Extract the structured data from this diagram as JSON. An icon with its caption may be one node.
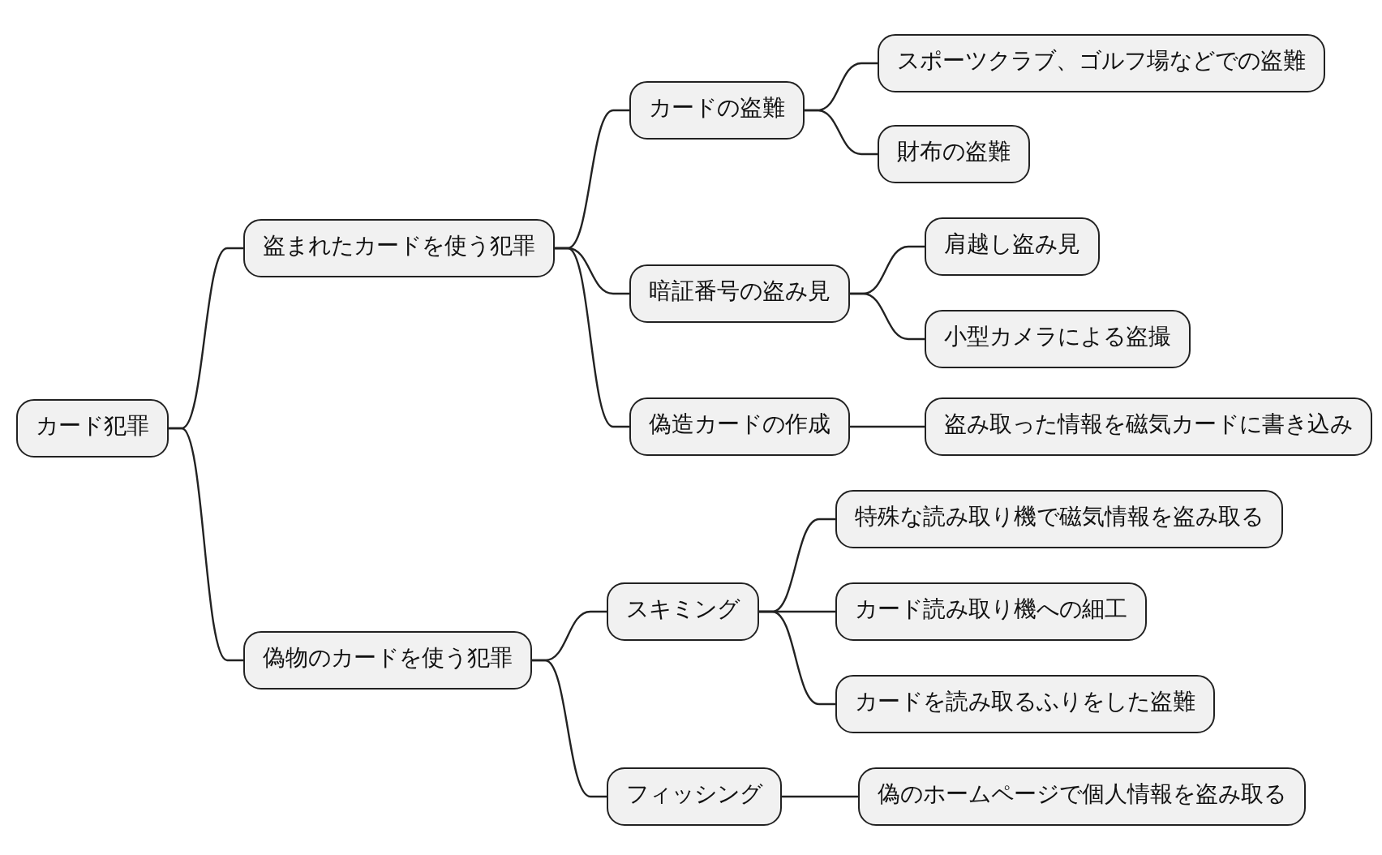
{
  "diagram": {
    "nodes": [
      {
        "text": [
          "カード犯罪"
        ]
      },
      {
        "text": [
          "盗まれたカードを使う犯罪"
        ]
      },
      {
        "text": [
          "カードの盗難"
        ]
      },
      {
        "text": [
          "スポーツクラブ、ゴルフ場などでの盗難"
        ]
      },
      {
        "text": [
          "財布の盗難"
        ]
      },
      {
        "text": [
          "暗証番号の盗み見"
        ]
      },
      {
        "text": [
          "肩越し盗み見"
        ]
      },
      {
        "text": [
          "小型カメラによる盗撮"
        ]
      },
      {
        "text": [
          "偽造カードの作成"
        ]
      },
      {
        "text": [
          "盗み取った情報を磁気カードに書き込み"
        ]
      },
      {
        "text": [
          "偽物のカードを使う犯罪"
        ]
      },
      {
        "text": [
          "スキミング"
        ]
      },
      {
        "text": [
          "特殊な読み取り機で磁気情報を盗み取る"
        ]
      },
      {
        "text": [
          "カード読み取り機への細工"
        ]
      },
      {
        "text": [
          "カードを読み取るふりをした盗難"
        ]
      },
      {
        "text": [
          "フィッシング"
        ]
      },
      {
        "text": [
          "偽のホームページで個人情報を盗み取る"
        ]
      }
    ],
    "edges": [
      {
        "from": 0,
        "to": 1,
        "arrow": "none"
      },
      {
        "from": 1,
        "to": 2,
        "arrow": "none"
      },
      {
        "from": 2,
        "to": 3,
        "arrow": "none"
      },
      {
        "from": 2,
        "to": 4,
        "arrow": "none"
      },
      {
        "from": 1,
        "to": 5,
        "arrow": "none"
      },
      {
        "from": 5,
        "to": 6,
        "arrow": "none"
      },
      {
        "from": 5,
        "to": 7,
        "arrow": "none"
      },
      {
        "from": 1,
        "to": 8,
        "arrow": "none"
      },
      {
        "from": 8,
        "to": 9,
        "arrow": "none"
      },
      {
        "from": 0,
        "to": 10,
        "arrow": "none"
      },
      {
        "from": 10,
        "to": 11,
        "arrow": "none"
      },
      {
        "from": 11,
        "to": 12,
        "arrow": "none"
      },
      {
        "from": 11,
        "to": 13,
        "arrow": "none"
      },
      {
        "from": 11,
        "to": 14,
        "arrow": "none"
      },
      {
        "from": 10,
        "to": 15,
        "arrow": "none"
      },
      {
        "from": 15,
        "to": 16,
        "arrow": "none"
      }
    ]
  }
}
